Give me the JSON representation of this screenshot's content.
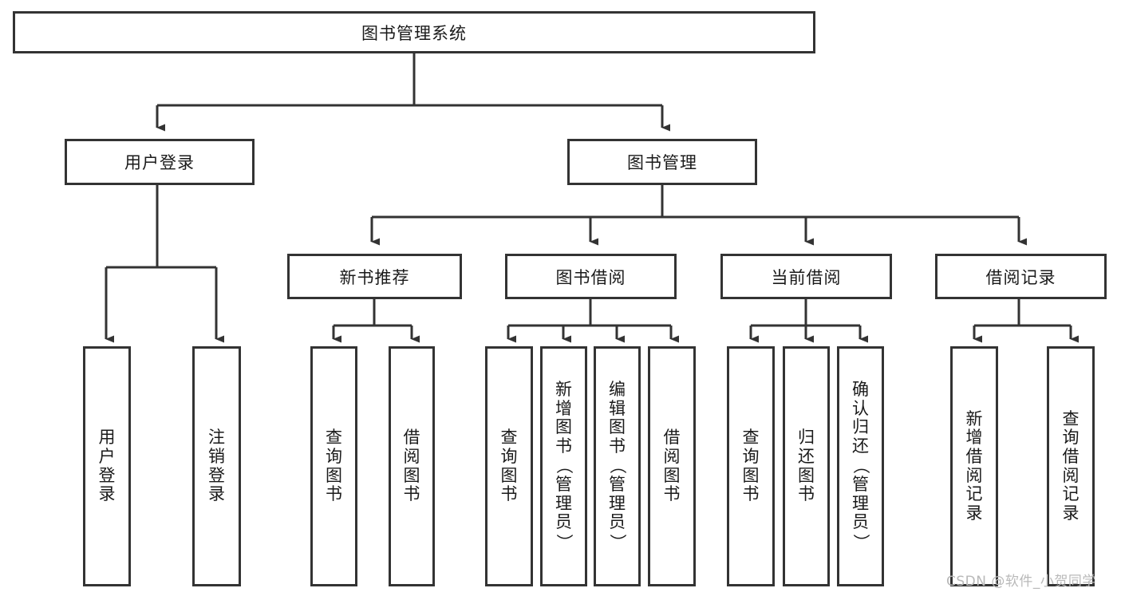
{
  "diagram": {
    "title": "图书管理系统",
    "type": "hierarchy-tree",
    "colors": {
      "border": "#333333",
      "fill": "#ffffff",
      "text": "#1a1a1a",
      "watermark": "#b9b9b9"
    },
    "root": {
      "label": "图书管理系统"
    },
    "level2": [
      {
        "label": "用户登录"
      },
      {
        "label": "图书管理"
      }
    ],
    "level3": [
      {
        "label": "新书推荐"
      },
      {
        "label": "图书借阅"
      },
      {
        "label": "当前借阅"
      },
      {
        "label": "借阅记录"
      }
    ],
    "leaves": [
      {
        "label": "用户登录",
        "chars": [
          "用",
          "户",
          "登",
          "录"
        ]
      },
      {
        "label": "注销登录",
        "chars": [
          "注",
          "销",
          "登",
          "录"
        ]
      },
      {
        "label": "查询图书",
        "chars": [
          "查",
          "询",
          "图",
          "书"
        ]
      },
      {
        "label": "借阅图书",
        "chars": [
          "借",
          "阅",
          "图",
          "书"
        ]
      },
      {
        "label": "查询图书",
        "chars": [
          "查",
          "询",
          "图",
          "书"
        ]
      },
      {
        "label": "新增图书（管理员）",
        "chars": [
          "新",
          "增",
          "图",
          "书",
          "（",
          "管",
          "理",
          "员",
          "）"
        ]
      },
      {
        "label": "编辑图书（管理员）",
        "chars": [
          "编",
          "辑",
          "图",
          "书",
          "（",
          "管",
          "理",
          "员",
          "）"
        ]
      },
      {
        "label": "借阅图书",
        "chars": [
          "借",
          "阅",
          "图",
          "书"
        ]
      },
      {
        "label": "查询图书",
        "chars": [
          "查",
          "询",
          "图",
          "书"
        ]
      },
      {
        "label": "归还图书",
        "chars": [
          "归",
          "还",
          "图",
          "书"
        ]
      },
      {
        "label": "确认归还（管理员）",
        "chars": [
          "确",
          "认",
          "归",
          "还",
          "（",
          "管",
          "理",
          "员",
          "）"
        ]
      },
      {
        "label": "新增借阅记录",
        "chars": [
          "新",
          "增",
          "借",
          "阅",
          "记",
          "录"
        ]
      },
      {
        "label": "查询借阅记录",
        "chars": [
          "查",
          "询",
          "借",
          "阅",
          "记",
          "录"
        ]
      }
    ]
  },
  "watermark": {
    "text": "CSDN @软件_小贺同学"
  }
}
